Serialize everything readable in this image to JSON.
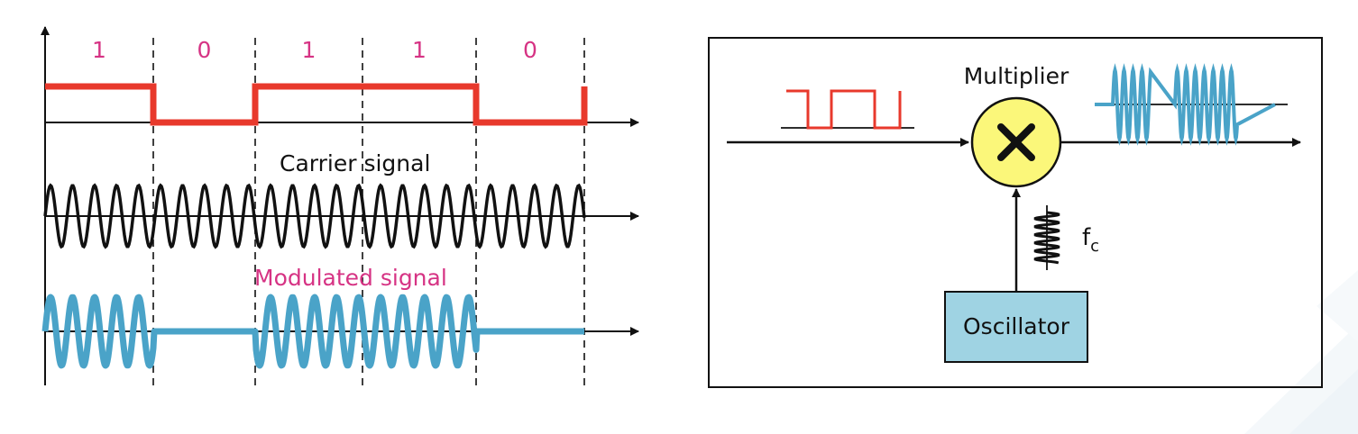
{
  "timing_diagram": {
    "bits": [
      "1",
      "0",
      "1",
      "1",
      "0"
    ],
    "carrier_label": "Carrier signal",
    "modulated_label": "Modulated signal"
  },
  "block_diagram": {
    "multiplier_label": "Multiplier",
    "multiplier_symbol": "✕",
    "carrier_freq_label": "f",
    "carrier_freq_subscript": "c",
    "oscillator_label": "Oscillator"
  },
  "colors": {
    "digital": "#e8392c",
    "modulated": "#4aa3c8",
    "bit_labels": "#d63384",
    "multiplier_fill": "#fbf77a",
    "oscillator_fill": "#9fd3e3",
    "text": "#111111"
  }
}
